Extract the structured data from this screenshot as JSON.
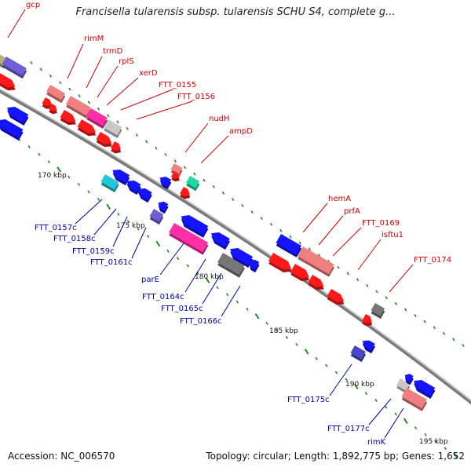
{
  "title": "Francisella tularensis subsp. tularensis SCHU S4, complete g...",
  "accession_text": "Accession: NC_006570",
  "topology_text": "Topology: circular; Length: 1,892,775 bp; Genes: 1,652",
  "colors": {
    "forward_label": "#d00000",
    "reverse_label": "#0000a8",
    "backbone": "#808080",
    "tick": "#228b22"
  },
  "scale_labels": [
    "170 kbp",
    "175 kbp",
    "180 kbp",
    "185 kbp",
    "190 kbp",
    "195 kbp"
  ],
  "forward_genes": [
    "gcp",
    "rimM",
    "trmD",
    "rplS",
    "xerD",
    "FTT_0155",
    "FTT_0156",
    "nudH",
    "ampD",
    "hemA",
    "prfA",
    "FTT_0169",
    "isftu1",
    "FTT_0174"
  ],
  "reverse_genes": [
    "FTT_0157c",
    "FTT_0158c",
    "FTT_0159c",
    "FTT_0161c",
    "parE",
    "FTT_0164c",
    "FTT_0165c",
    "FTT_0166c",
    "FTT_0175c",
    "FTT_0177c",
    "rimK"
  ]
}
